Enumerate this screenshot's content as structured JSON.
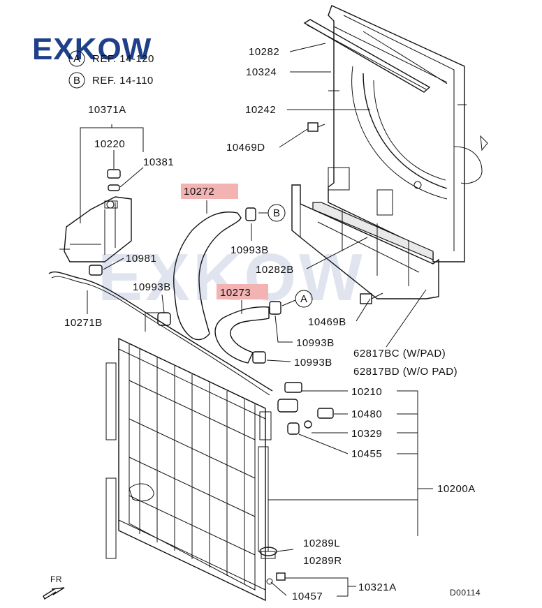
{
  "brand": {
    "name": "EXKOW",
    "color": "#1e3f8a"
  },
  "refs": [
    {
      "letter": "A",
      "text": "REF. 14-120"
    },
    {
      "letter": "B",
      "text": "REF. 14-110"
    }
  ],
  "callouts": {
    "a": "A",
    "b": "B"
  },
  "highlight_color": "#f3b3b3",
  "parts": {
    "p10282": "10282",
    "p10324": "10324",
    "p10242": "10242",
    "p10469D": "10469D",
    "p10371A": "10371A",
    "p10220": "10220",
    "p10381": "10381",
    "p10272": "10272",
    "p10993B_top": "10993B",
    "p10282B": "10282B",
    "p10981": "10981",
    "p10993B_left": "10993B",
    "p10273": "10273",
    "p10271B": "10271B",
    "p10469B": "10469B",
    "p10993B_mid": "10993B",
    "p62817BC": "62817BC (W/PAD)",
    "p10993B_low": "10993B",
    "p62817BD": "62817BD (W/O PAD)",
    "p10210": "10210",
    "p10480": "10480",
    "p10329": "10329",
    "p10455": "10455",
    "p10200A": "10200A",
    "p10289L": "10289L",
    "p10289R": "10289R",
    "p10321A": "10321A",
    "p10457": "10457"
  },
  "direction_label": "FR",
  "diagram_code": "D00114"
}
